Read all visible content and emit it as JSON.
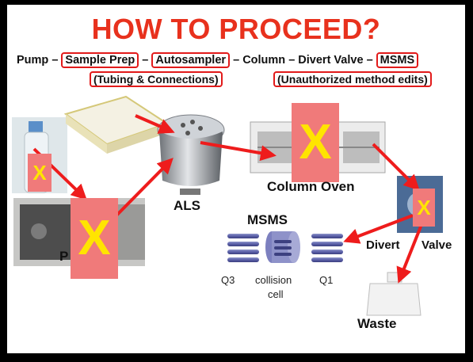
{
  "title": "HOW TO PROCEED?",
  "workflow": {
    "items": [
      "Pump",
      "Sample Prep",
      "Autosampler",
      "Column",
      "Divert Valve",
      "MSMS"
    ],
    "sep": "–",
    "sub_left": "(Tubing & Connections)",
    "sub_right": "(Unauthorized method edits)"
  },
  "labels": {
    "als": "ALS",
    "column_oven": "Column Oven",
    "msms": "MSMS",
    "divert": "Divert",
    "valve": "Valve",
    "waste": "Waste",
    "pump_partial": "P",
    "q3": "Q3",
    "collision": "collision",
    "cell": "cell",
    "q1": "Q1"
  },
  "x_mark": "X",
  "colors": {
    "title": "#e8311d",
    "box": "#e21a1a",
    "arrow": "#ee1c1c",
    "x_fill": "#f07a7a",
    "x_text": "#ffe400",
    "quad": "#5a5fa8"
  }
}
